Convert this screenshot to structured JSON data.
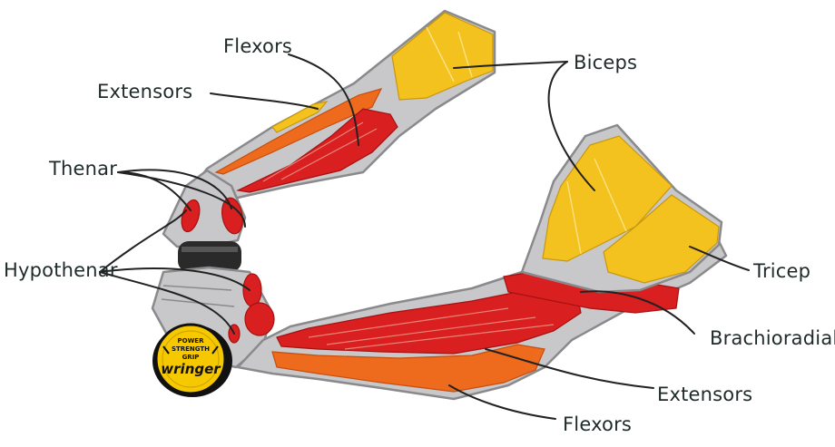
{
  "labels": {
    "flexors_top": "Flexors",
    "extensors_top": "Extensors",
    "biceps": "Biceps",
    "thenar": "Thenar",
    "hypothenar": "Hypothenar",
    "tricep": "Tricep",
    "brachioradialis": "Brachioradialis",
    "extensors_bottom": "Extensors",
    "flexors_bottom": "Flexors"
  },
  "device": {
    "line1": "POWER",
    "line2": "STRENGTH",
    "line3": "GRIP",
    "brand": "wringer"
  },
  "colors": {
    "skin": "#c8c8ca",
    "muscle_red": "#d91f1f",
    "muscle_orange": "#ee6a1c",
    "muscle_yellow": "#f4c21f",
    "device_yellow": "#f5c800"
  }
}
